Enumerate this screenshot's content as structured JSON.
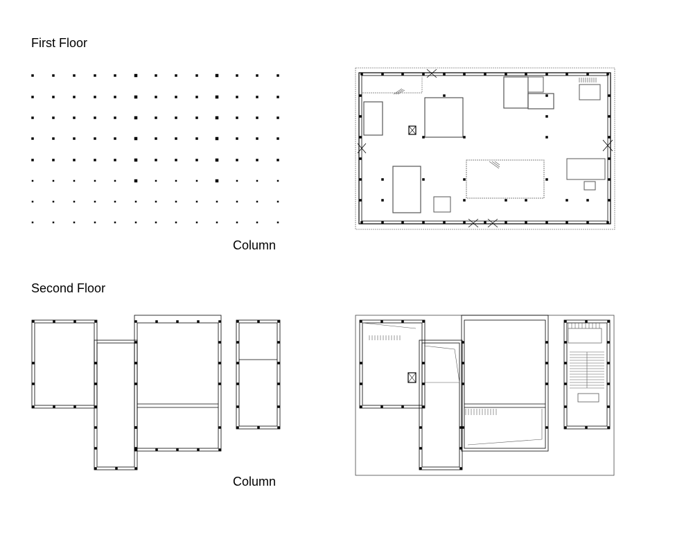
{
  "first_floor": {
    "title": "First Floor",
    "column_label": "Column"
  },
  "second_floor": {
    "title": "Second Floor",
    "column_label": "Column"
  }
}
